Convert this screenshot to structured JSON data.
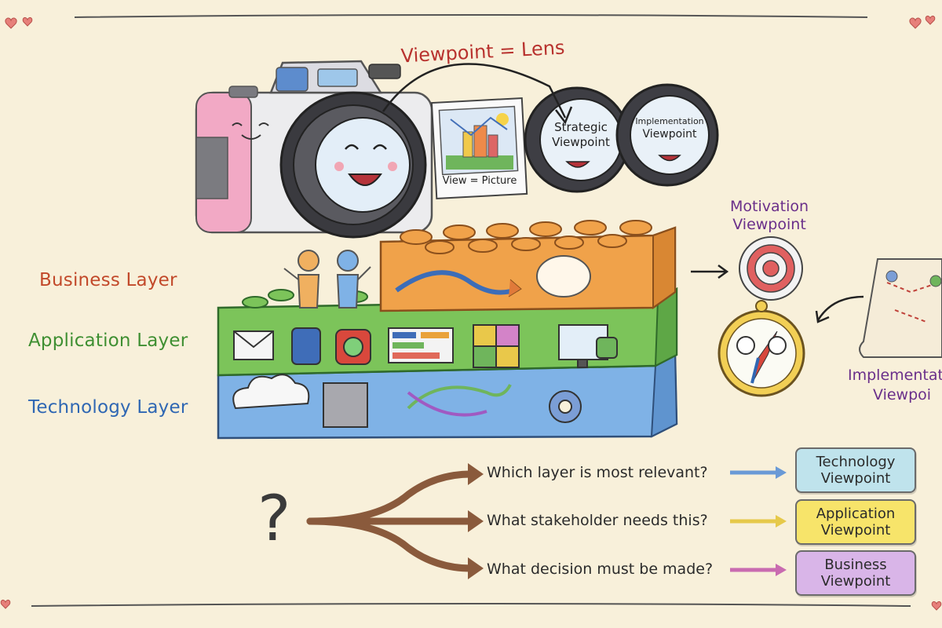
{
  "title": "Viewpoint = Lens",
  "camera": {
    "photo_caption": "View = Picture",
    "lenses": [
      {
        "line1": "Strategic",
        "line2": "Viewpoint"
      },
      {
        "line1": "Implementation",
        "line2": "Viewpoint"
      }
    ]
  },
  "layers": [
    {
      "label": "Business Layer",
      "color": "#c2492a"
    },
    {
      "label": "Application Layer",
      "color": "#3f8f32"
    },
    {
      "label": "Technology Layer",
      "color": "#2f67b3"
    }
  ],
  "side": {
    "motivation": {
      "line1": "Motivation",
      "line2": "Viewpoint",
      "color": "#6a2f8a"
    },
    "implementation": {
      "line1": "Implementat",
      "line2": "Viewpoi",
      "color": "#6a2f8a"
    }
  },
  "questions": [
    {
      "text": "Which layer is most relevant?",
      "arrow_color": "#6a9ad6"
    },
    {
      "text": "What stakeholder needs this?",
      "arrow_color": "#e6c94a"
    },
    {
      "text": "What decision must be made?",
      "arrow_color": "#c96bb0"
    }
  ],
  "viewpoints": [
    {
      "line1": "Technology",
      "line2": "Viewpoint",
      "fill": "#bfe3ec"
    },
    {
      "line1": "Application",
      "line2": "Viewpoint",
      "fill": "#f7e46a"
    },
    {
      "line1": "Business",
      "line2": "Viewpoint",
      "fill": "#d9b5e8"
    }
  ],
  "colors": {
    "background": "#f8f0da",
    "business_block": "#f0a24a",
    "application_block": "#7cc45a",
    "technology_block": "#7fb2e6",
    "branch_arrows": "#8a5a3c"
  }
}
